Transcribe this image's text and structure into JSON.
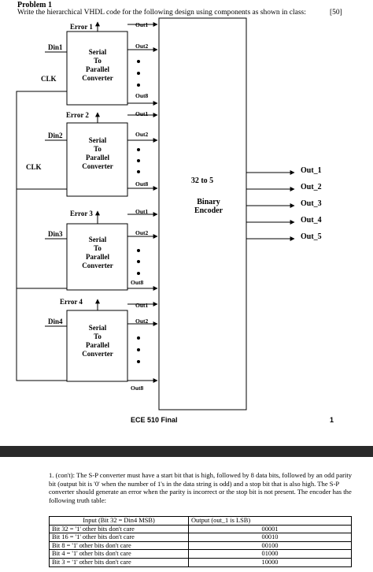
{
  "header": {
    "problem_title": "Problem 1",
    "instruction": "Write the hierarchical VHDL code for the following design using components as shown in class:",
    "points": "[50]"
  },
  "diagram": {
    "sp_converter_label": [
      "Serial",
      "To",
      "Parallel",
      "Converter"
    ],
    "encoder_label": [
      "32 to 5",
      "Binary",
      "Encoder"
    ],
    "din": [
      "Din1",
      "Din2",
      "Din3",
      "Din4"
    ],
    "errors": [
      "Error 1",
      "Error 2",
      "Error 3",
      "Error 4"
    ],
    "out1": "Out1",
    "out2": "Out2",
    "out8": "Out8",
    "clk": [
      "CLK",
      "CLK"
    ],
    "encoder_outputs": [
      "Out_1",
      "Out_2",
      "Out_3",
      "Out_4",
      "Out_5"
    ]
  },
  "footer": {
    "exam_label": "ECE 510 Final",
    "page_number": "1"
  },
  "continuation": {
    "paragraph": "1. (con't): The S-P converter must have a start bit that is high, followed by 8 data bits, followed by an odd parity bit (output bit is '0' when the number of 1's in the data string is odd) and a stop bit that is also high. The S-P converter should generate an error when the parity is incorrect or the stop bit is not present. The encoder has the following truth table:",
    "table_headers": [
      "Input (Bit 32 = Din4 MSB)",
      "Output (out_1 is LSB)"
    ],
    "table_rows": [
      [
        "Bit 32 = '1' other bits don't care",
        "00001"
      ],
      [
        "Bit 16 = '1' other bits don't care",
        "00010"
      ],
      [
        "Bit 8 = '1' other bits don't care",
        "00100"
      ],
      [
        "Bit 4 = '1' other bits don't care",
        "01000"
      ],
      [
        "Bit 3 = '1' other bits don't care",
        "10000"
      ]
    ]
  }
}
